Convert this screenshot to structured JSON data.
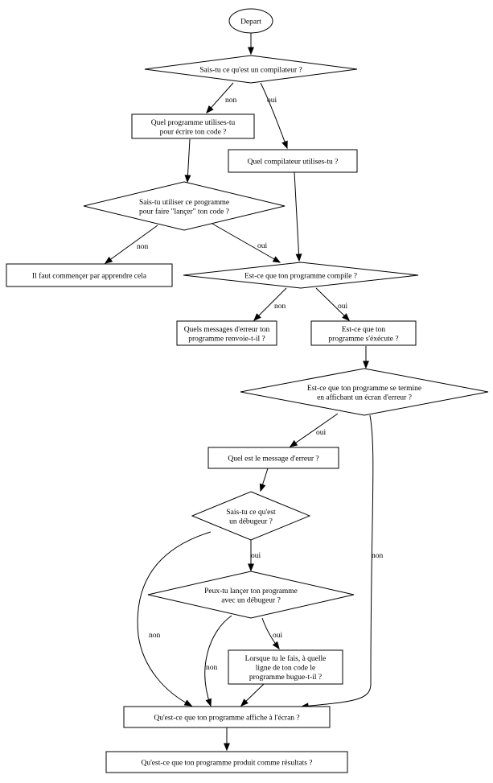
{
  "diagram": {
    "type": "flowchart",
    "language": "fr",
    "nodes": {
      "depart": {
        "shape": "ellipse",
        "lines": [
          "Depart"
        ]
      },
      "compilateur": {
        "shape": "diamond",
        "lines": [
          "Sais-tu ce qu'est un compilateur ?"
        ]
      },
      "quel_programme": {
        "shape": "box",
        "lines": [
          "Quel programme utilises-tu",
          "pour écrire ton code ?"
        ]
      },
      "quel_compilateur": {
        "shape": "box",
        "lines": [
          "Quel compilateur utilises-tu ?"
        ]
      },
      "sais_utiliser": {
        "shape": "diamond",
        "lines": [
          "Sais-tu utiliser ce programme",
          "pour faire \"lançer\" ton code ?"
        ]
      },
      "apprendre": {
        "shape": "box",
        "lines": [
          "Il faut commençer par apprendre cela"
        ]
      },
      "compile": {
        "shape": "diamond",
        "lines": [
          "Est-ce que ton programme compile ?"
        ]
      },
      "messages_erreur": {
        "shape": "box",
        "lines": [
          "Quels messages d'erreur ton",
          "programme renvoie-t-il ?"
        ]
      },
      "execute": {
        "shape": "box",
        "lines": [
          "Est-ce que ton",
          "programme s'éxécute ?"
        ]
      },
      "termine": {
        "shape": "diamond",
        "lines": [
          "Est-ce que ton programme se termine",
          "en affichant un écran d'erreur ?"
        ]
      },
      "quel_message": {
        "shape": "box",
        "lines": [
          "Quel est le message d'erreur ?"
        ]
      },
      "debugueur": {
        "shape": "diamond",
        "lines": [
          "Sais-tu ce qu'est",
          "un débugeur ?"
        ]
      },
      "lancer_debugueur": {
        "shape": "diamond",
        "lines": [
          "Peux-tu lançer ton programme",
          "avec un débugeur ?"
        ]
      },
      "ligne_bug": {
        "shape": "box",
        "lines": [
          "Lorsque tu le fais, à quelle",
          "ligne de ton code le",
          "programme bugue-t-il ?"
        ]
      },
      "affiche": {
        "shape": "box",
        "lines": [
          "Qu'est-ce que ton programme affiche à l'écran ?"
        ]
      },
      "resultats": {
        "shape": "box",
        "lines": [
          "Qu'est-ce que ton programme produit comme résultats ?"
        ]
      }
    },
    "edges": [
      {
        "from": "depart",
        "to": "compilateur",
        "label": ""
      },
      {
        "from": "compilateur",
        "to": "quel_programme",
        "label": "non"
      },
      {
        "from": "compilateur",
        "to": "quel_compilateur",
        "label": "oui"
      },
      {
        "from": "quel_programme",
        "to": "sais_utiliser",
        "label": ""
      },
      {
        "from": "sais_utiliser",
        "to": "apprendre",
        "label": "non"
      },
      {
        "from": "sais_utiliser",
        "to": "compile",
        "label": "oui"
      },
      {
        "from": "quel_compilateur",
        "to": "compile",
        "label": ""
      },
      {
        "from": "compile",
        "to": "messages_erreur",
        "label": "non"
      },
      {
        "from": "compile",
        "to": "execute",
        "label": "oui"
      },
      {
        "from": "execute",
        "to": "termine",
        "label": ""
      },
      {
        "from": "termine",
        "to": "quel_message",
        "label": "oui"
      },
      {
        "from": "termine",
        "to": "affiche",
        "label": "non"
      },
      {
        "from": "quel_message",
        "to": "debugueur",
        "label": ""
      },
      {
        "from": "debugueur",
        "to": "lancer_debugueur",
        "label": "oui"
      },
      {
        "from": "debugueur",
        "to": "affiche",
        "label": "non"
      },
      {
        "from": "lancer_debugueur",
        "to": "ligne_bug",
        "label": "oui"
      },
      {
        "from": "lancer_debugueur",
        "to": "affiche",
        "label": "non"
      },
      {
        "from": "ligne_bug",
        "to": "affiche",
        "label": ""
      },
      {
        "from": "affiche",
        "to": "resultats",
        "label": ""
      }
    ]
  }
}
